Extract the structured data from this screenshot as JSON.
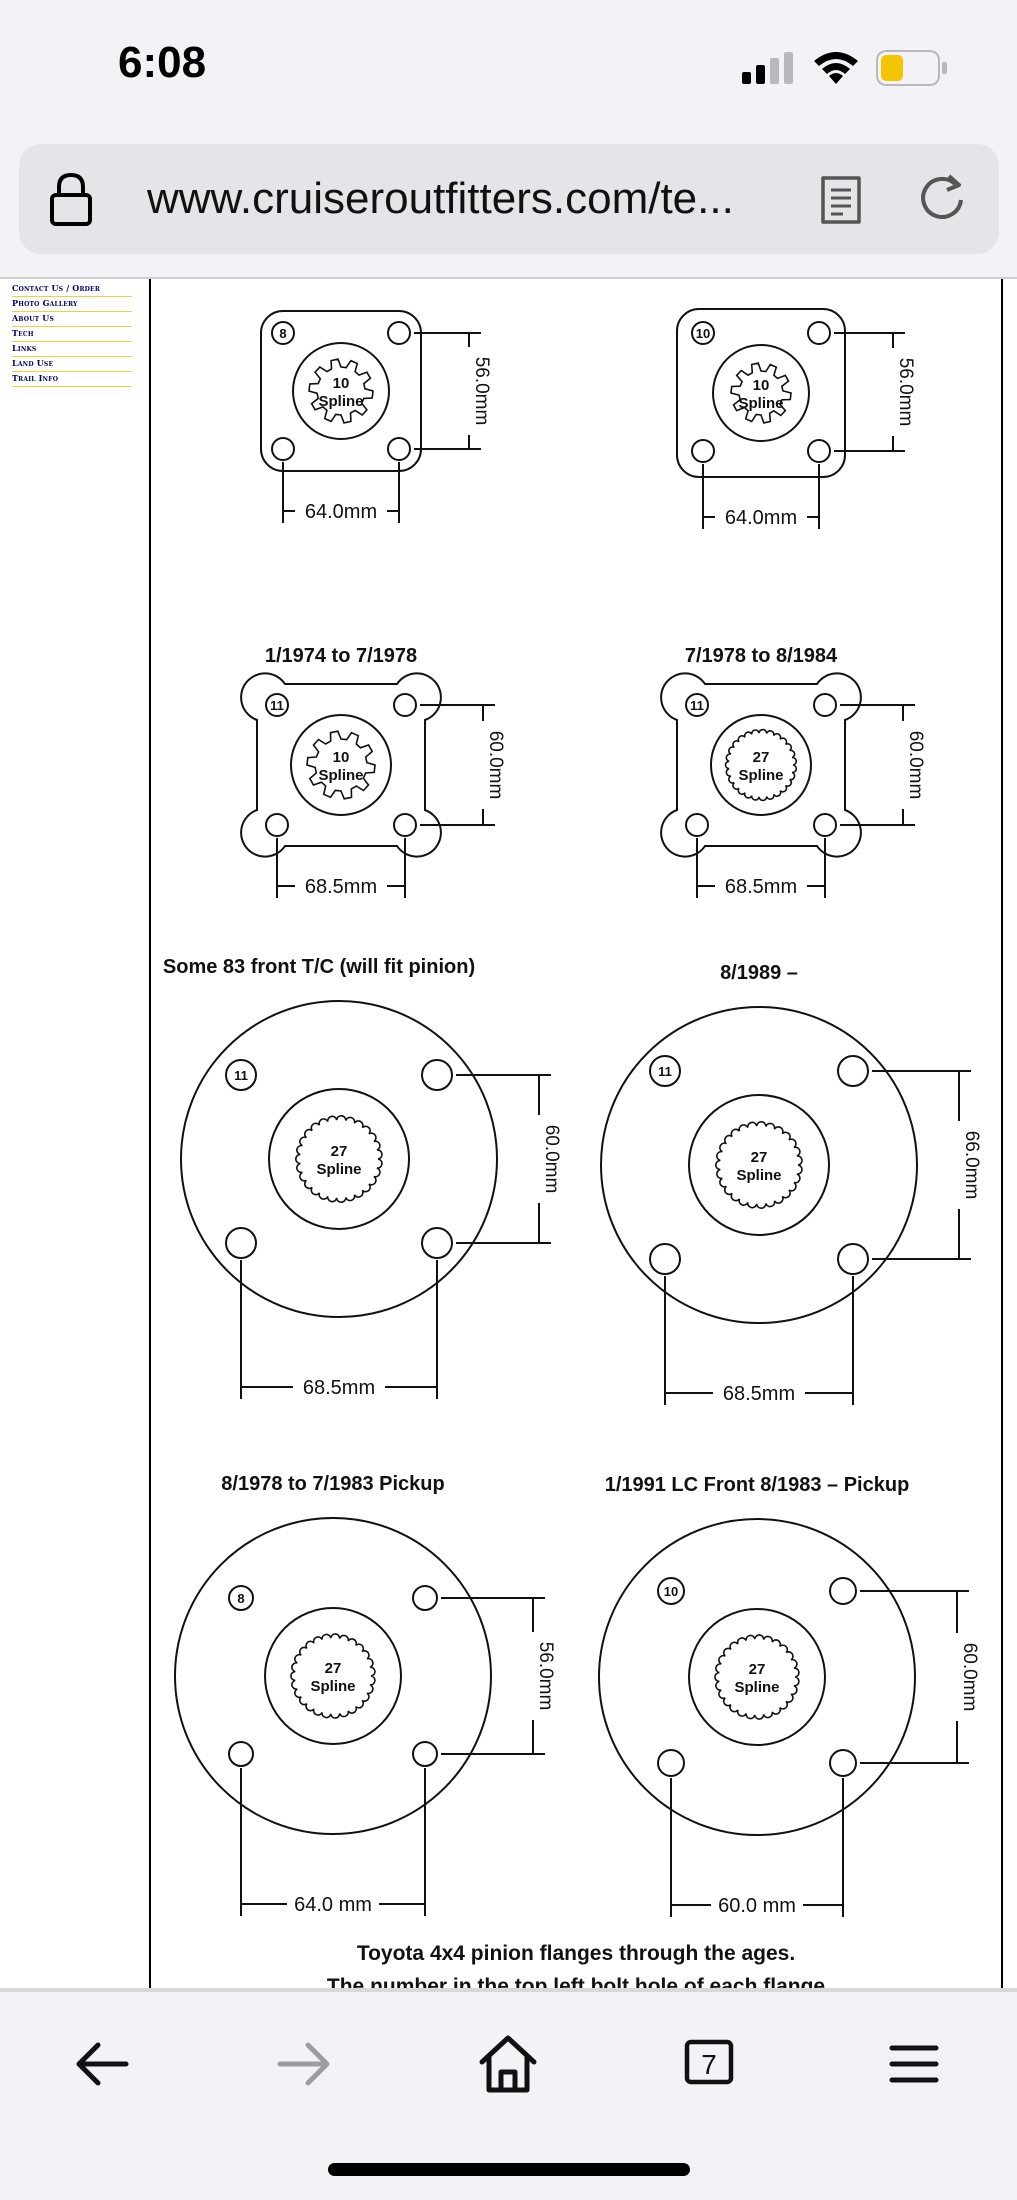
{
  "status": {
    "time": "6:08",
    "signal_icon": "cellular-signal-icon",
    "wifi_icon": "wifi-icon",
    "battery_icon": "battery-icon",
    "battery_color": "#f5c400"
  },
  "browser": {
    "url": "www.cruiseroutfitters.com/te...",
    "tabs_count": "7"
  },
  "sidenav": {
    "links": [
      "Contact Us / Order",
      "Photo Gallery",
      "About Us",
      "Tech",
      "Links",
      "Land Use",
      "Trail Info"
    ]
  },
  "flanges": {
    "f1": {
      "hole": "8",
      "teeth": "10",
      "spline": "Spline",
      "height": "56.0mm",
      "width": "64.0mm"
    },
    "f2": {
      "hole": "10",
      "teeth": "10",
      "spline": "Spline",
      "height": "56.0mm",
      "width": "64.0mm"
    },
    "f3": {
      "title": "1/1974 to 7/1978",
      "hole": "11",
      "teeth": "10",
      "spline": "Spline",
      "height": "60.0mm",
      "width": "68.5mm"
    },
    "f4": {
      "title": "7/1978 to 8/1984",
      "hole": "11",
      "teeth": "27",
      "spline": "Spline",
      "height": "60.0mm",
      "width": "68.5mm"
    },
    "f5": {
      "title": "Some 83 front T/C (will fit pinion)",
      "hole": "11",
      "teeth": "27",
      "spline": "Spline",
      "height": "60.0mm",
      "width": "68.5mm"
    },
    "f6": {
      "title": "8/1989 –",
      "hole": "11",
      "teeth": "27",
      "spline": "Spline",
      "height": "66.0mm",
      "width": "68.5mm"
    },
    "f7": {
      "title": "8/1978 to 7/1983 Pickup",
      "hole": "8",
      "teeth": "27",
      "spline": "Spline",
      "height": "56.0mm",
      "width": "64.0 mm"
    },
    "f8": {
      "title": "1/1991 LC Front   8/1983 – Pickup",
      "hole": "10",
      "teeth": "27",
      "spline": "Spline",
      "height": "60.0mm",
      "width": "60.0 mm"
    }
  },
  "caption": {
    "line1": "Toyota 4x4 pinion flanges through the ages.",
    "line2": "The number in the top left bolt hole of each flange"
  },
  "toolbar": {
    "back_icon": "back-arrow-icon",
    "forward_icon": "forward-arrow-icon",
    "home_icon": "home-icon",
    "tabs_icon": "tabs-icon",
    "menu_icon": "menu-icon"
  }
}
